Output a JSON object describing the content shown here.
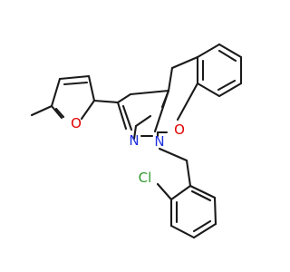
{
  "molecule": {
    "atoms": [
      {
        "id": "cl",
        "symbol": "Cl",
        "color": "#2e9a2e"
      },
      {
        "id": "o_ring",
        "symbol": "O",
        "color": "#e00000"
      },
      {
        "id": "o_furan",
        "symbol": "O",
        "color": "#e00000"
      },
      {
        "id": "n1",
        "symbol": "N",
        "color": "#1f30e0"
      },
      {
        "id": "n2",
        "symbol": "N",
        "color": "#1f30e0"
      }
    ],
    "bond_color": "#1a1a1a",
    "background": "#ffffff"
  }
}
